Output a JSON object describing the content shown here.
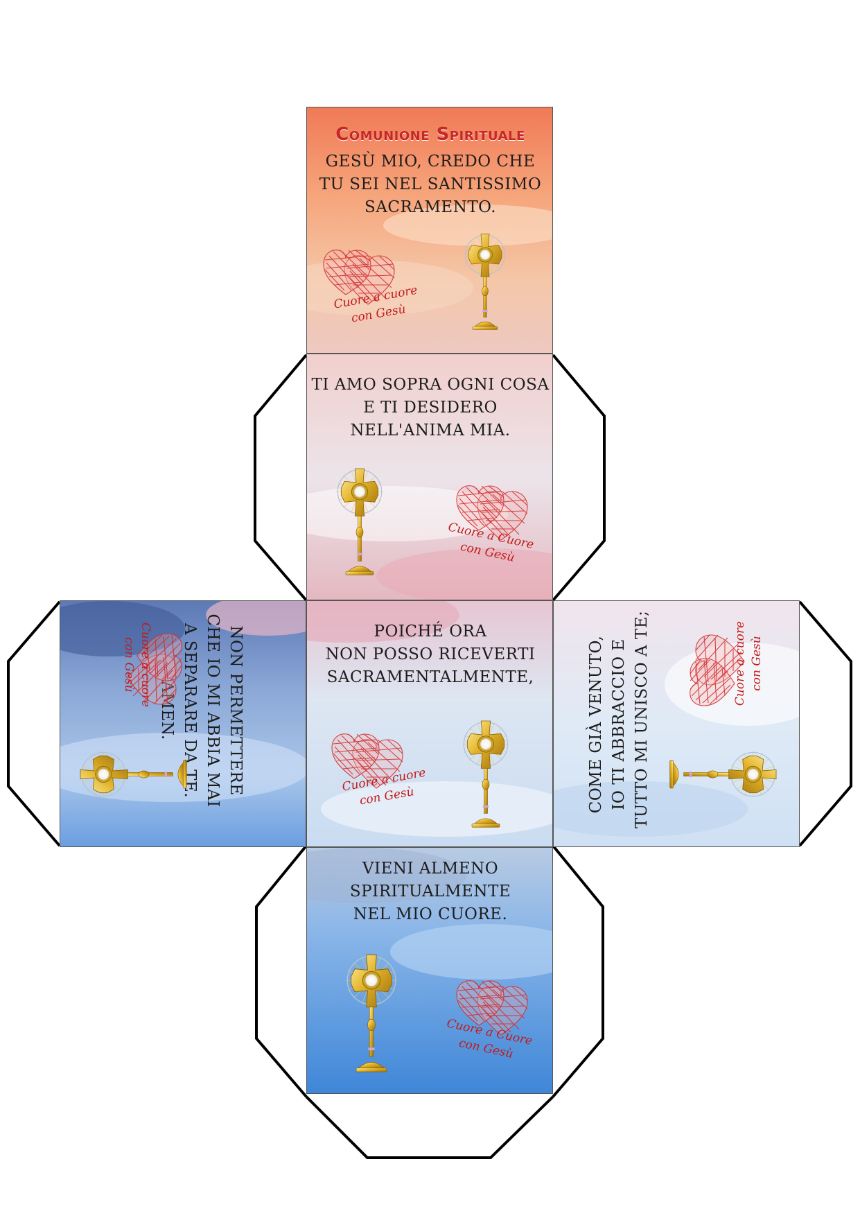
{
  "colors": {
    "title_red": "#c62828",
    "heart_red": "#d32f2f",
    "gold": "#e2b227",
    "text": "#1c1c1c"
  },
  "icons": [
    "monstrance-icon",
    "hearts-icon"
  ],
  "faces": {
    "top": {
      "title": "Comunione Spirituale",
      "text": [
        "Gesù mio, credo che",
        "tu sei nel Santissimo",
        "Sacramento."
      ],
      "tagline": [
        "Cuore a cuore",
        "con Gesù"
      ]
    },
    "upper": {
      "text": [
        "Ti amo sopra ogni cosa",
        "e ti desidero",
        "nell'anima mia."
      ],
      "tagline": [
        "Cuore a Cuore",
        "con Gesù"
      ]
    },
    "center": {
      "text": [
        "Poiché ora",
        "non posso riceverti",
        "sacramentalmente,"
      ],
      "tagline": [
        "Cuore a cuore",
        "con Gesù"
      ]
    },
    "left": {
      "text": [
        "Non permettere",
        "che io mi abbia mai",
        "a separare da te.",
        "Amen."
      ],
      "tagline": [
        "Cuore a cuore",
        "con Gesù"
      ]
    },
    "right": {
      "text": [
        "Come già venuto,",
        "io ti abbraccio e",
        "tutto mi unisco a te;"
      ],
      "tagline": [
        "Cuore a cuore",
        "con Gesù"
      ]
    },
    "bottom": {
      "text": [
        "Vieni almeno",
        "spiritualmente",
        "nel mio cuore."
      ],
      "tagline": [
        "Cuore a Cuore",
        "con Gesù"
      ]
    }
  }
}
